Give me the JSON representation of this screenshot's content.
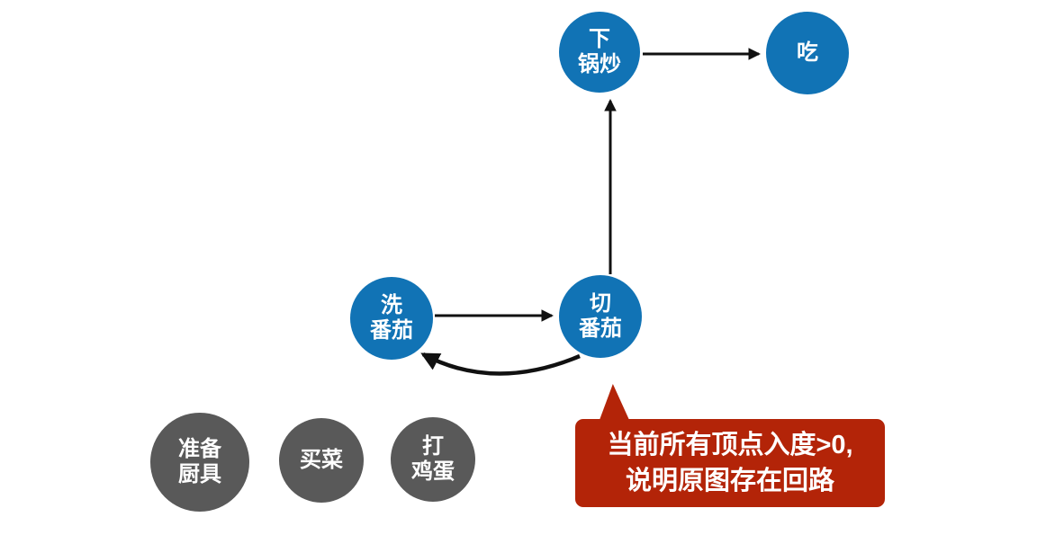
{
  "colors": {
    "background": "#FFFFFF",
    "active_node_blue": "#1173B5",
    "inactive_node_gray": "#595959",
    "arrow_black": "#111111",
    "callout_red": "#B32408",
    "node_text": "#FFFFFF",
    "callout_text": "#FFFFFF"
  },
  "nodes": [
    {
      "id": "fry",
      "label": "下锅炒",
      "lines": [
        "下",
        "锅炒"
      ],
      "state": "active"
    },
    {
      "id": "eat",
      "label": "吃",
      "lines": [
        "吃"
      ],
      "state": "active"
    },
    {
      "id": "wash-tomato",
      "label": "洗番茄",
      "lines": [
        "洗",
        "番茄"
      ],
      "state": "active"
    },
    {
      "id": "cut-tomato",
      "label": "切番茄",
      "lines": [
        "切",
        "番茄"
      ],
      "state": "active"
    },
    {
      "id": "prepare-utensils",
      "label": "准备厨具",
      "lines": [
        "准备",
        "厨具"
      ],
      "state": "inactive"
    },
    {
      "id": "buy-groceries",
      "label": "买菜",
      "lines": [
        "买菜"
      ],
      "state": "inactive"
    },
    {
      "id": "beat-eggs",
      "label": "打鸡蛋",
      "lines": [
        "打",
        "鸡蛋"
      ],
      "state": "inactive"
    }
  ],
  "edges": [
    {
      "from": "下锅炒",
      "to": "吃",
      "style": "straight"
    },
    {
      "from": "切番茄",
      "to": "下锅炒",
      "style": "straight"
    },
    {
      "from": "洗番茄",
      "to": "切番茄",
      "style": "straight"
    },
    {
      "from": "切番茄",
      "to": "洗番茄",
      "style": "curved"
    }
  ],
  "callout": {
    "line1": "当前所有顶点入度>0,",
    "line2": "说明原图存在回路"
  }
}
